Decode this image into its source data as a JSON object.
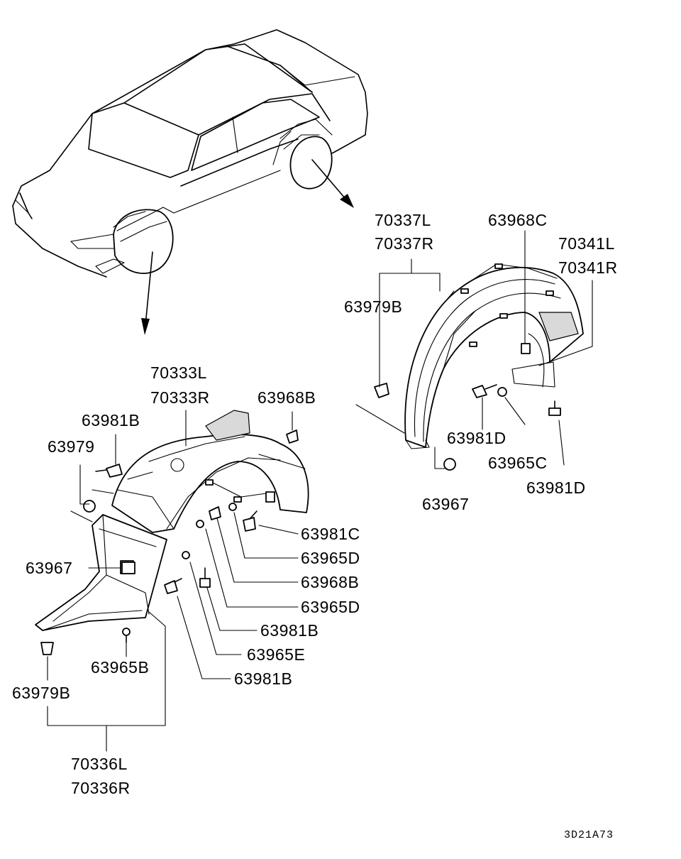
{
  "figure_code": "3D21A73",
  "labels": {
    "p70337L": "70337L",
    "p70337R": "70337R",
    "p63968C": "63968C",
    "p70341L": "70341L",
    "p70341R": "70341R",
    "p63979B_top": "63979B",
    "p63981D_a": "63981D",
    "p63965C": "63965C",
    "p63981D_b": "63981D",
    "p63967_right": "63967",
    "p70333L": "70333L",
    "p70333R": "70333R",
    "p63968B_top": "63968B",
    "p63981B_top": "63981B",
    "p63979": "63979",
    "p63981C": "63981C",
    "p63965D_a": "63965D",
    "p63968B_mid": "63968B",
    "p63965D_b": "63965D",
    "p63967_left": "63967",
    "p63981B_mid": "63981B",
    "p63965E": "63965E",
    "p63981B_low": "63981B",
    "p63965B": "63965B",
    "p63979B_low": "63979B",
    "p70336L": "70336L",
    "p70336R": "70336R"
  }
}
